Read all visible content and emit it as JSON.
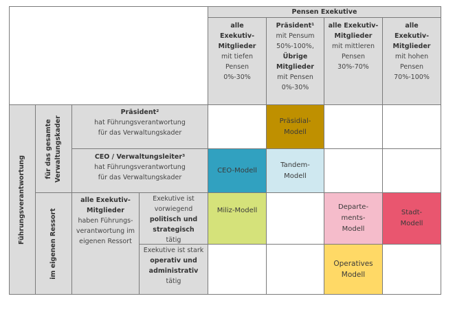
{
  "header": {
    "group_title": "Pensen Exekutive",
    "columns": [
      {
        "bold1": "alle Exekutiv-Mitglieder",
        "text1": "mit tiefen Pensen 0%-30%"
      },
      {
        "bold1": "Präsident¹",
        "text1": "mit Pensum 50%-100%,",
        "bold2": "Übrige Mitglieder",
        "text2": "mit Pensen 0%-30%"
      },
      {
        "bold1": "alle Exekutiv-Mitglieder",
        "text1": "mit mittleren Pensen 30%-70%"
      },
      {
        "bold1": "alle Exekutiv-Mitglieder",
        "text1": "mit hohen Pensen 70%-100%"
      }
    ]
  },
  "rows": {
    "outer_label": "Führungsverantwortung",
    "group1_label_line1": "für das gesamte",
    "group1_label_line2": "Verwaltungskader",
    "group2_label": "im eigenen Ressort",
    "praesident": {
      "bold": "Präsident²",
      "text": "hat Führungsverantwortung für das Verwaltungskader"
    },
    "ceo": {
      "bold": "CEO / Verwaltungsleiter³",
      "text": "hat Führungsverantwortung für das Verwaltungskader"
    },
    "alle": {
      "bold": "alle Exekutiv-Mitglieder",
      "text": "haben Führungs-verantwortung im eigenen Ressort"
    },
    "politisch": {
      "text1": "Exekutive ist vorwiegend",
      "bold": "politisch und strategisch",
      "text2": "tätig"
    },
    "operativ": {
      "text1": "Exekutive ist stark",
      "bold": "operativ und administrativ",
      "text2": "tätig"
    }
  },
  "models": {
    "praesidial": {
      "label": "Präsidial-Modell",
      "color": "#bf9000"
    },
    "ceo": {
      "label": "CEO-Modell",
      "color": "#31a1c0"
    },
    "tandem": {
      "label": "Tandem-Modell",
      "color": "#cfe8f0"
    },
    "miliz": {
      "label": "Miliz-Modell",
      "color": "#d5e27a"
    },
    "departements": {
      "label": "Departe-ments-Modell",
      "color": "#f5bccb"
    },
    "stadt": {
      "label": "Stadt-Modell",
      "color": "#e9566f"
    },
    "operatives": {
      "label": "Operatives Modell",
      "color": "#ffd966"
    }
  }
}
